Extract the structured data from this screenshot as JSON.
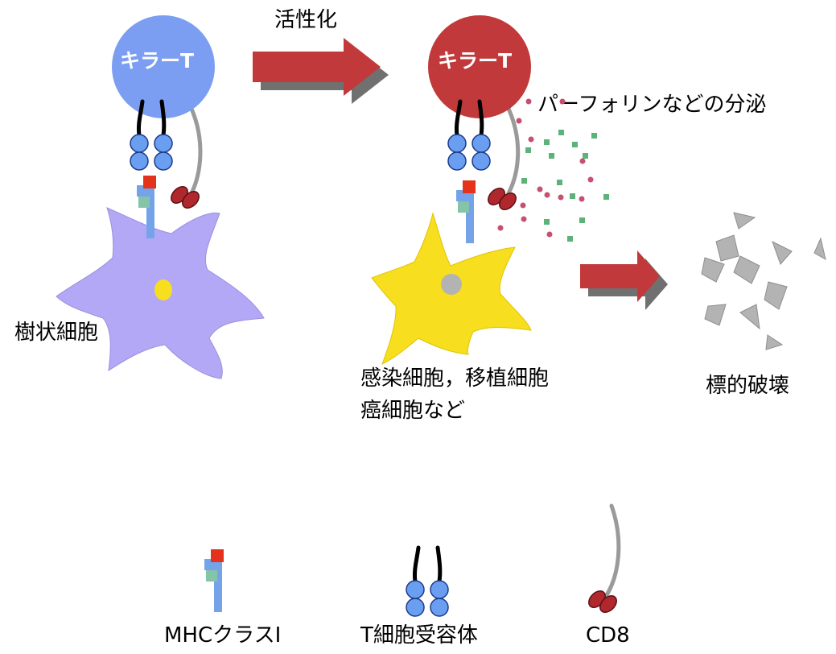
{
  "labels": {
    "activation": "活性化",
    "killer_t_resting": "キラーT",
    "killer_t_active": "キラーT",
    "perforin": "パーフォリンなどの分泌",
    "dendritic_cell": "樹状細胞",
    "target_line1": "感染細胞，移植細胞",
    "target_line2": "癌細胞など",
    "destruction": "標的破壊"
  },
  "legend": {
    "mhc": "MHCクラスI",
    "tcr": "T細胞受容体",
    "cd8": "CD8"
  },
  "colors": {
    "killer_t_resting": "#7b9ef2",
    "killer_t_active": "#c1393a",
    "arrow": "#c1393a",
    "dendritic_cell": "#b3a8f5",
    "target_cell": "#f7de1f",
    "fragments": "#b3b3b3",
    "mhc_receptor": "#74a3ea",
    "antigen_peptide": "#e5321c",
    "mhc_light_chain": "#85c4a8",
    "cd8": "#b0282d",
    "perforin_red_dots": "#c65070",
    "perforin_green_squares": "#5cb37a"
  }
}
